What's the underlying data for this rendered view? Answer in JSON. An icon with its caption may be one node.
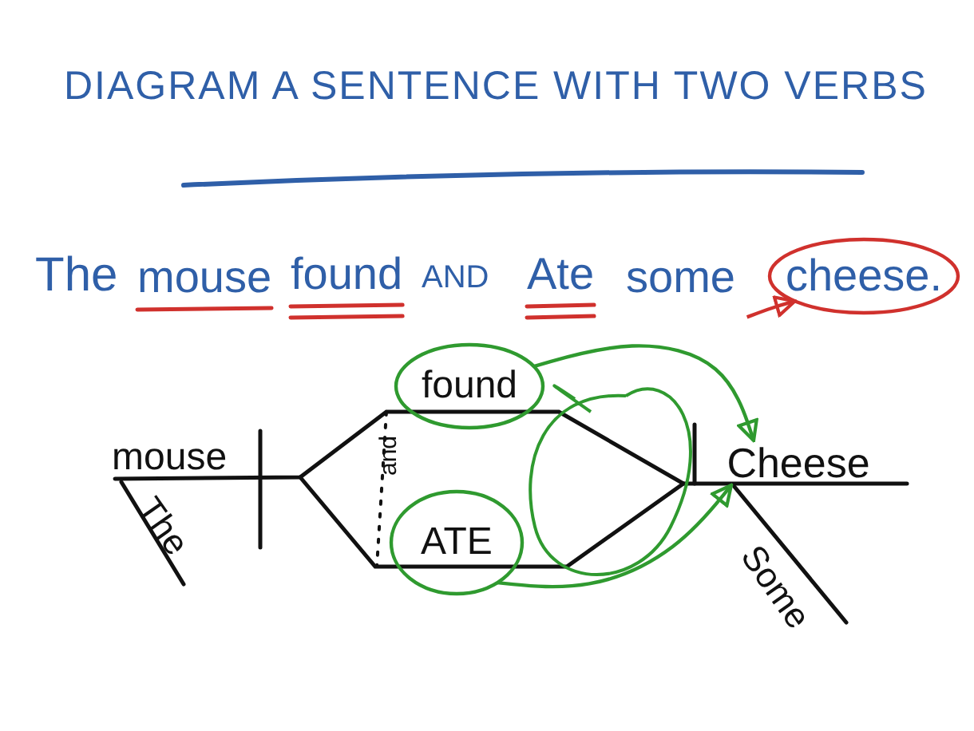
{
  "diagram": {
    "title": "DIAGRAM A SENTENCE WITH TWO VERBS",
    "nodes": [
      {
        "text": [
          "cheese."
        ]
      },
      {
        "text": [
          "found"
        ]
      },
      {
        "text": [
          "ATE"
        ]
      },
      {
        "text": [
          "Cheese"
        ]
      }
    ],
    "edges": [
      {
        "from": 1,
        "to": 3,
        "arrow": "to",
        "color": "#2f9a2f"
      },
      {
        "from": 2,
        "to": 3,
        "arrow": "to",
        "color": "#2f9a2f"
      },
      {
        "from": null,
        "to": 0,
        "arrow": "to",
        "color": "#d0312d"
      }
    ],
    "labels": [
      "The",
      "mouse",
      "found",
      "AND",
      "Ate",
      "some",
      "mouse",
      "The",
      "and",
      "Some"
    ]
  }
}
